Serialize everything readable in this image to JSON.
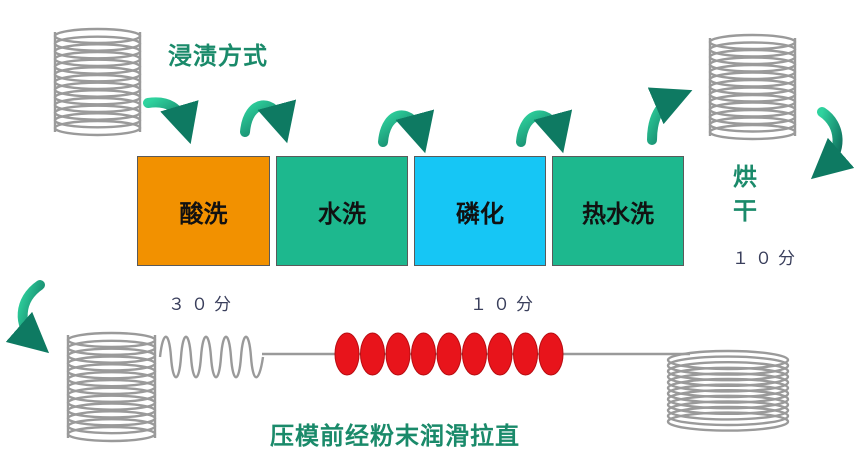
{
  "title": "浸渍方式",
  "steps": [
    {
      "label": "酸洗",
      "color": "#f29100"
    },
    {
      "label": "水洗",
      "color": "#1db88e"
    },
    {
      "label": "磷化",
      "color": "#16c6f5"
    },
    {
      "label": "热水洗",
      "color": "#1db88e"
    }
  ],
  "drying_label": "烘干",
  "times": {
    "acid": "３０分",
    "phosphate": "１０分",
    "drying": "１０分"
  },
  "bottom_label": "压模前经粉末润滑拉直",
  "colors": {
    "accent_green": "#1a8a6a",
    "coil": "#9a9a9a",
    "bead": "#e8141b"
  }
}
